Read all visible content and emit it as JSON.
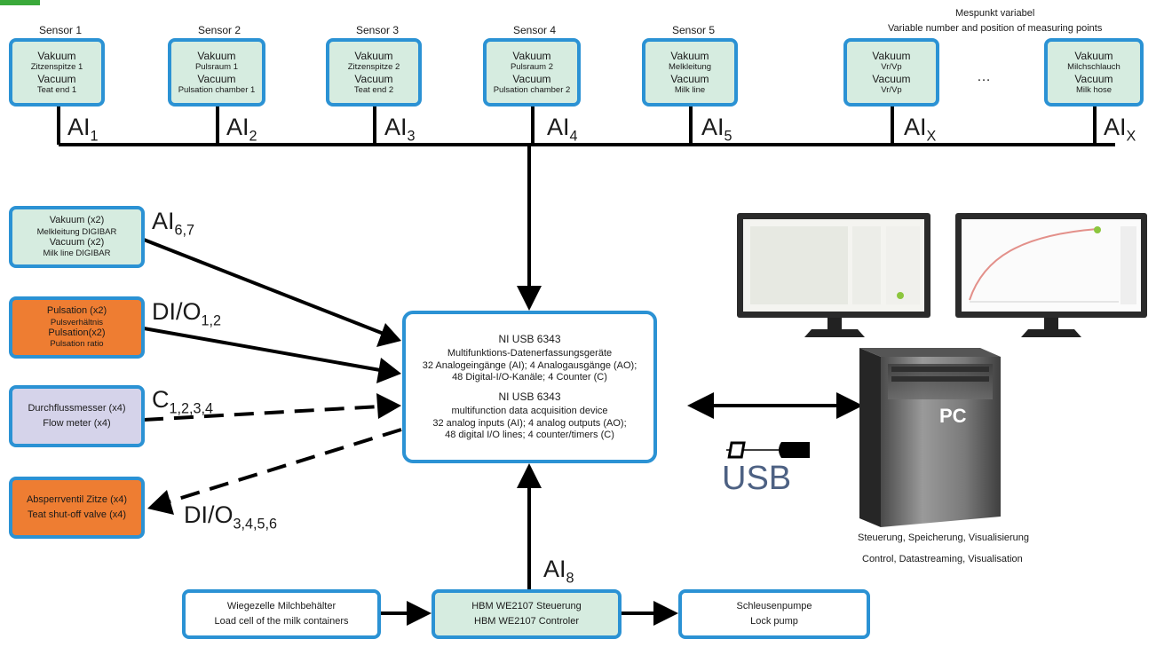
{
  "sensors": [
    {
      "title": "Sensor 1",
      "l1": "Vakuum",
      "l2": "Zitzenspitze 1",
      "l3": "Vacuum",
      "l4": "Teat end 1",
      "ai_sub": "1"
    },
    {
      "title": "Sensor 2",
      "l1": "Vakuum",
      "l2": "Pulsraum 1",
      "l3": "Vacuum",
      "l4": "Pulsation chamber 1",
      "ai_sub": "2"
    },
    {
      "title": "Sensor 3",
      "l1": "Vakuum",
      "l2": "Zitzenspitze 2",
      "l3": "Vacuum",
      "l4": "Teat end 2",
      "ai_sub": "3"
    },
    {
      "title": "Sensor 4",
      "l1": "Vakuum",
      "l2": "Pulsraum 2",
      "l3": "Vacuum",
      "l4": "Pulsation chamber 2",
      "ai_sub": "4"
    },
    {
      "title": "Sensor 5",
      "l1": "Vakuum",
      "l2": "Melkleitung",
      "l3": "Vacuum",
      "l4": "Milk line",
      "ai_sub": "5"
    },
    {
      "title": "",
      "l1": "Vakuum",
      "l2": "Vr/Vp",
      "l3": "Vacuum",
      "l4": "Vr/Vp",
      "ai_sub": "X"
    },
    {
      "title": "",
      "l1": "Vakuum",
      "l2": "Milchschlauch",
      "l3": "Vacuum",
      "l4": "Milk hose",
      "ai_sub": "X"
    }
  ],
  "ai": "AI",
  "variable": {
    "line1": "Mespunkt variabel",
    "line2": "Variable number and position of measuring points"
  },
  "ellipsis": "…",
  "left": {
    "vacuum": {
      "l1": "Vakuum (x2)",
      "l2": "Melkleitung DIGIBAR",
      "l3": "Vacuum (x2)",
      "l4": "Milk line DIGIBAR",
      "label": "AI",
      "sub": "6,7"
    },
    "pulsation": {
      "l1": "Pulsation (x2)",
      "l2": "Pulsverhältnis",
      "l3": "Pulsation(x2)",
      "l4": "Pulsation ratio",
      "label": "DI/O",
      "sub": "1,2"
    },
    "flow": {
      "l1": "Durchflussmesser (x4)",
      "l2": "Flow meter (x4)",
      "label": "C",
      "sub": "1,2,3,4"
    },
    "valve": {
      "l1": "Absperrventil Zitze (x4)",
      "l2": "Teat shut-off valve (x4)",
      "label": "DI/O",
      "sub": "3,4,5,6"
    }
  },
  "ni": {
    "de_title": "NI USB 6343",
    "de_sub": "Multifunktions-Datenerfassungsgeräte",
    "de_l1": "32 Analogeingänge (AI); 4 Analogausgänge (AO);",
    "de_l2": "48 Digital-I/O-Kanäle; 4 Counter (C)",
    "en_title": "NI USB 6343",
    "en_sub": "multifunction data acquisition device",
    "en_l1": "32 analog inputs (AI); 4 analog outputs (AO);",
    "en_l2": "48 digital I/O lines; 4 counter/timers (C)"
  },
  "bottom": {
    "load": {
      "l1": "Wiegezelle Milchbehälter",
      "l2": "Load cell of the milk containers"
    },
    "hbm": {
      "l1": "HBM WE2107 Steuerung",
      "l2": "HBM WE2107 Controler"
    },
    "pump": {
      "l1": "Schleusenpumpe",
      "l2": "Lock pump"
    },
    "ai8_label": "AI",
    "ai8_sub": "8"
  },
  "pc": {
    "label": "PC",
    "usb": "USB",
    "cap1": "Steuerung, Speicherung, Visualisierung",
    "cap2": "Control, Datastreaming, Visualisation"
  },
  "colors": {
    "border": "#2b92d4",
    "green": "#d6ece0",
    "orange": "#ee7d32",
    "lilac": "#d5d3ea"
  }
}
